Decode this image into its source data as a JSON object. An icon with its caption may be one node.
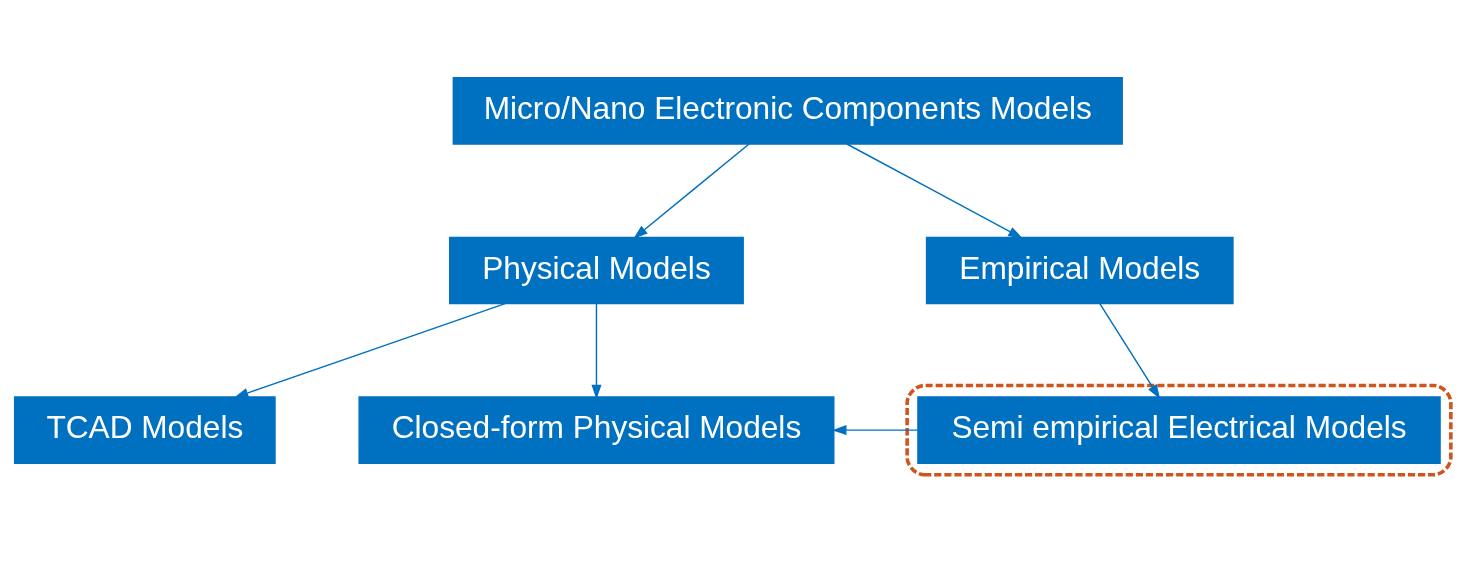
{
  "diagram": {
    "nodes": [
      {
        "text": [
          "Micro/Nano Electronic Components Models"
        ]
      },
      {
        "text": [
          "Physical Models"
        ]
      },
      {
        "text": [
          "Empirical Models"
        ]
      },
      {
        "text": [
          "TCAD Models"
        ]
      },
      {
        "text": [
          "Closed-form Physical Models"
        ]
      },
      {
        "text": [],
        "shape": "box"
      },
      {
        "text": [
          "Semi empirical Electrical Models"
        ],
        "in": 5
      }
    ],
    "edges": [
      {
        "from": 0,
        "to": 1,
        "arrow": "to"
      },
      {
        "from": 0,
        "to": 2,
        "arrow": "to"
      },
      {
        "from": 1,
        "to": 3,
        "arrow": "to"
      },
      {
        "from": 1,
        "to": 4,
        "arrow": "to"
      },
      {
        "from": 2,
        "to": 6,
        "arrow": "to"
      },
      {
        "from": 6,
        "to": 4,
        "arrow": "to"
      }
    ]
  }
}
